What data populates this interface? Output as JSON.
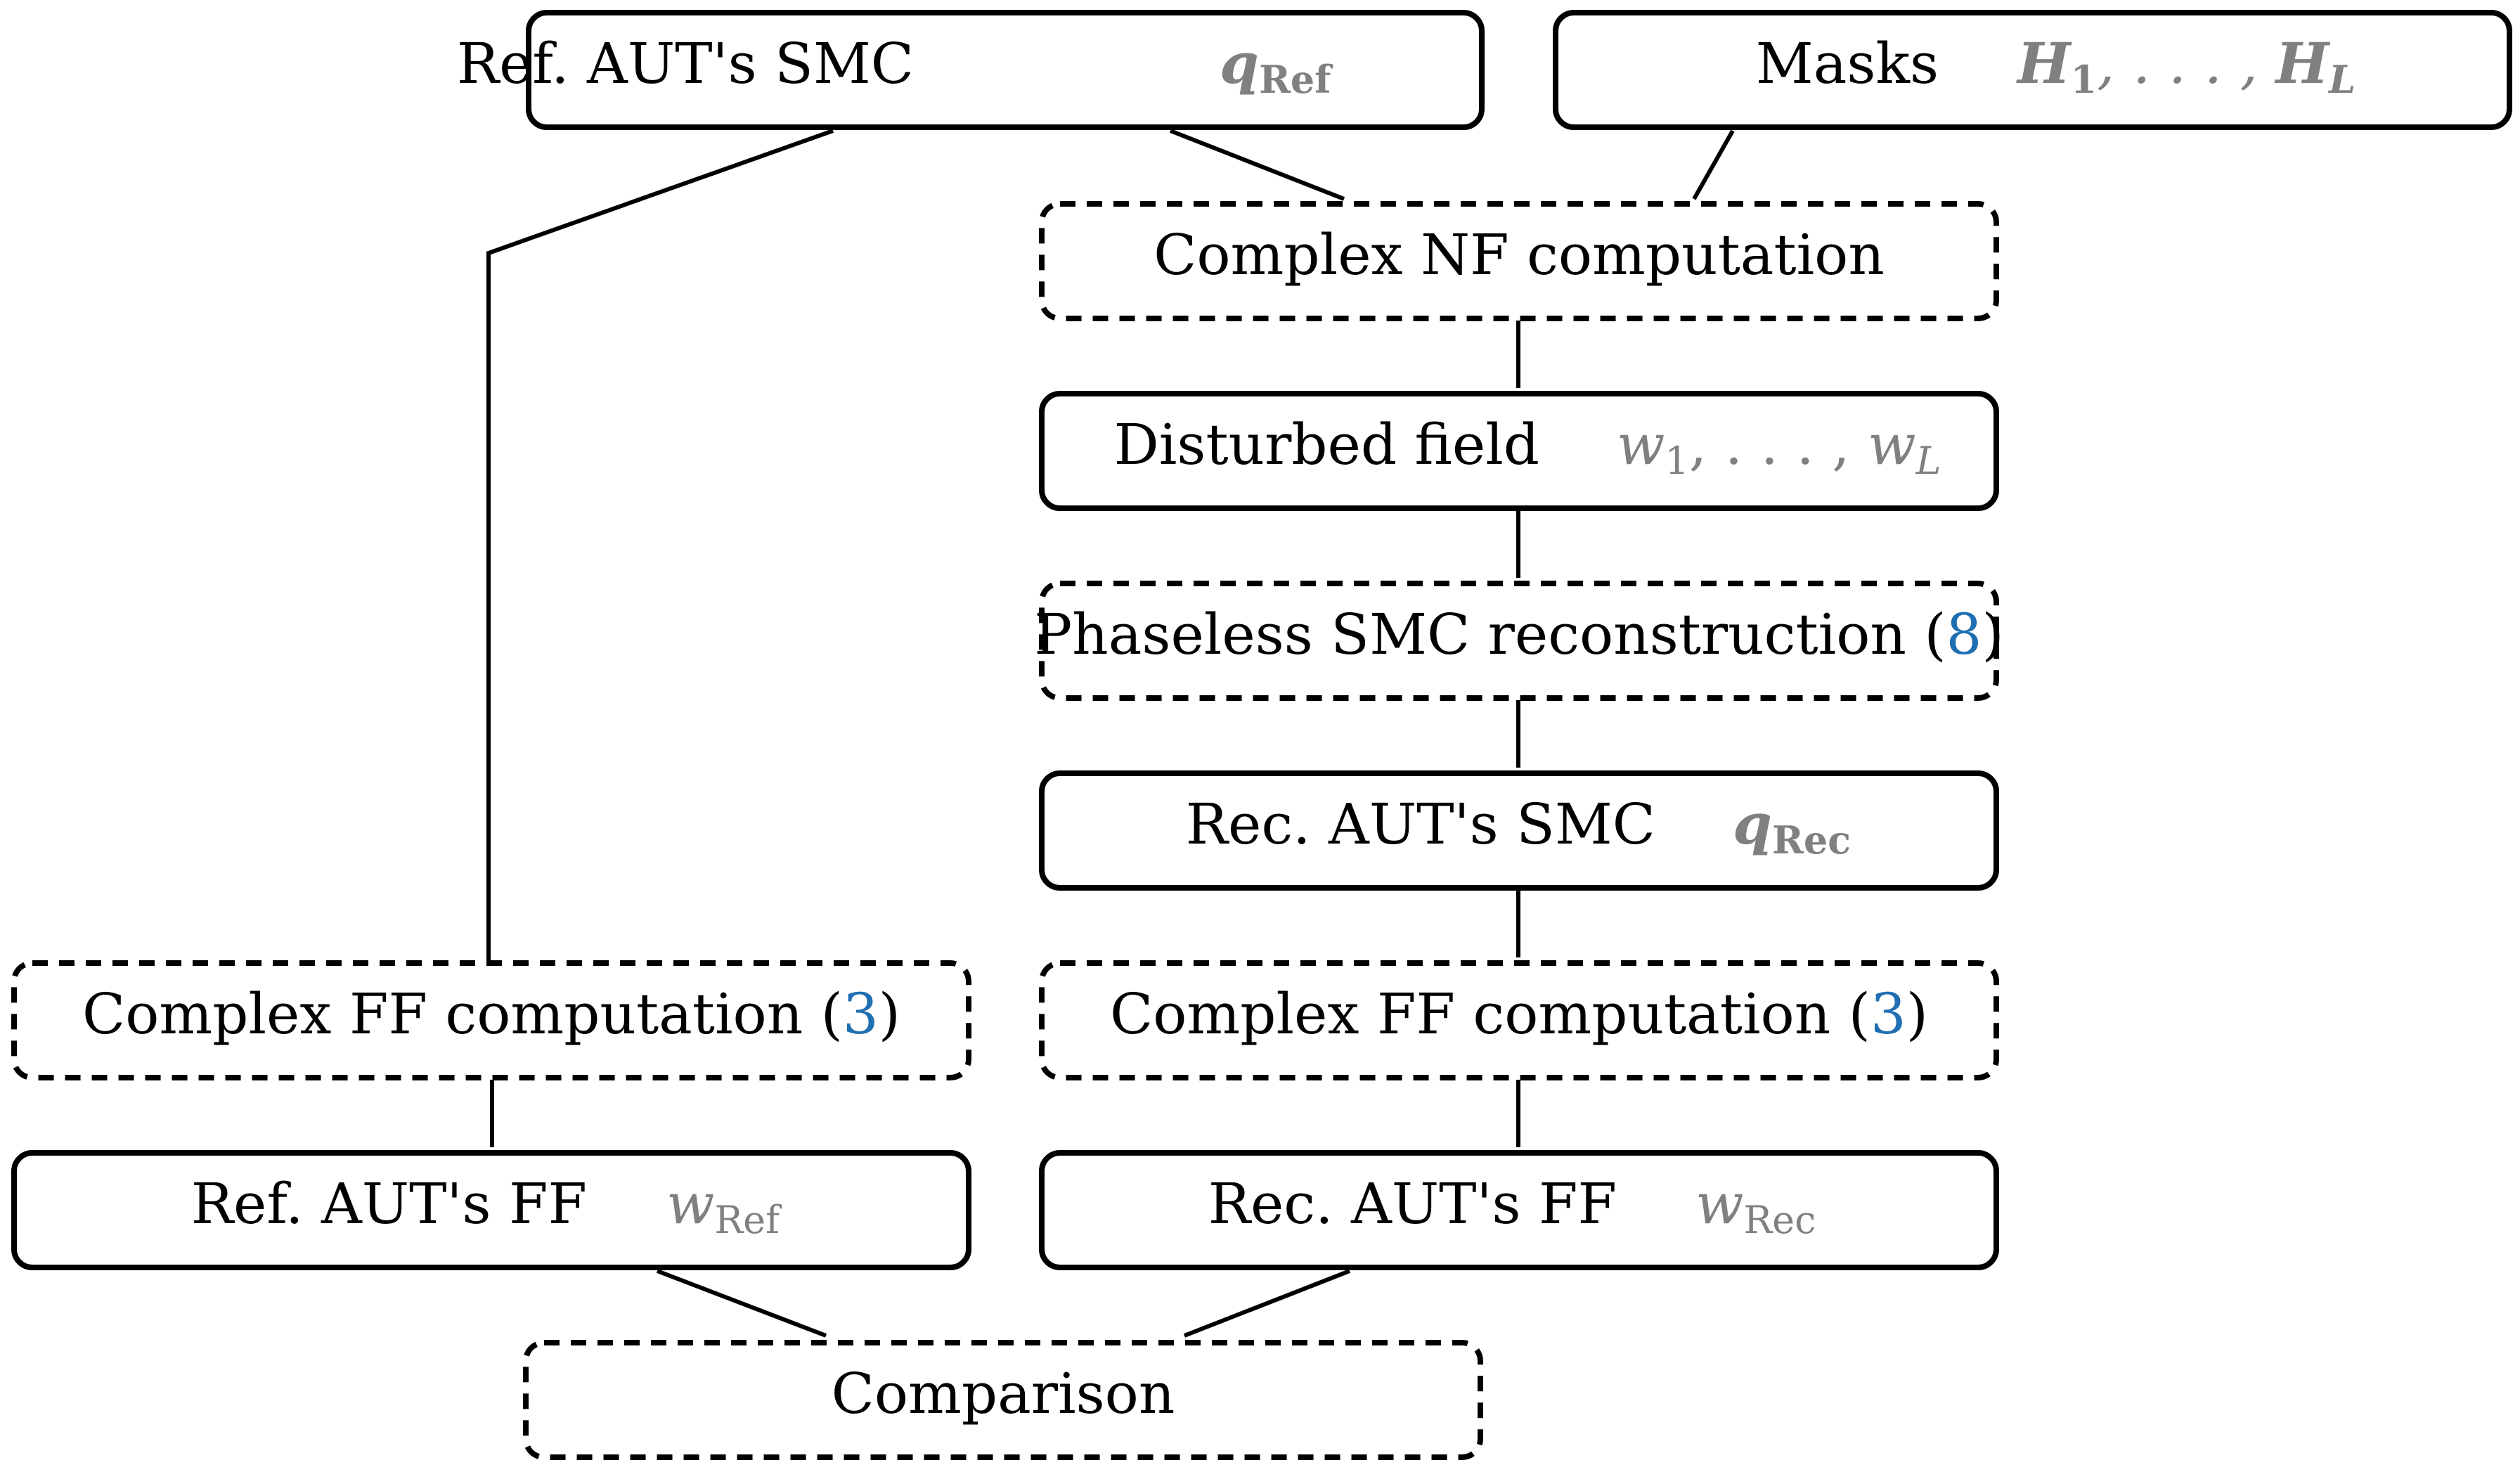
{
  "nodes": {
    "ref_smc": {
      "label": "Ref.  AUT's SMC",
      "symbol": "q",
      "symbol_sub": "Ref"
    },
    "masks": {
      "label": "Masks",
      "symbol": "H",
      "symbol_sub_first": "1",
      "symbol_mid": ", . . . , ",
      "symbol_last": "H",
      "symbol_sub_last": "L"
    },
    "complex_nf": {
      "label": "Complex NF computation"
    },
    "disturbed_field": {
      "label": "Disturbed field",
      "symbol": "w",
      "symbol_sub_first": "1",
      "symbol_mid": ", . . . , ",
      "symbol_last": "w",
      "symbol_sub_last": "L"
    },
    "phaseless_rec": {
      "label": "Phaseless SMC reconstruction (",
      "ref": "8",
      "close": ")"
    },
    "rec_smc": {
      "label": "Rec.  AUT's SMC",
      "symbol": "q",
      "symbol_sub": "Rec"
    },
    "complex_ff_left": {
      "label": "Complex FF computation (",
      "ref": "3",
      "close": ")"
    },
    "complex_ff_right": {
      "label": "Complex FF computation (",
      "ref": "3",
      "close": ")"
    },
    "ref_ff": {
      "label": "Ref.  AUT's FF",
      "symbol": "w",
      "symbol_sub": "Ref"
    },
    "rec_ff": {
      "label": "Rec.  AUT's FF",
      "symbol": "w",
      "symbol_sub": "Rec"
    },
    "comparison": {
      "label": "Comparison"
    }
  },
  "edges": [
    [
      "ref_smc",
      "complex_nf"
    ],
    [
      "masks",
      "complex_nf"
    ],
    [
      "ref_smc",
      "complex_ff_left"
    ],
    [
      "complex_nf",
      "disturbed_field"
    ],
    [
      "disturbed_field",
      "phaseless_rec"
    ],
    [
      "phaseless_rec",
      "rec_smc"
    ],
    [
      "rec_smc",
      "complex_ff_right"
    ],
    [
      "complex_ff_left",
      "ref_ff"
    ],
    [
      "complex_ff_right",
      "rec_ff"
    ],
    [
      "ref_ff",
      "comparison"
    ],
    [
      "rec_ff",
      "comparison"
    ]
  ],
  "colors": {
    "symbol": "#808080",
    "reference_link": "#1f6fb2",
    "line": "#000000"
  }
}
